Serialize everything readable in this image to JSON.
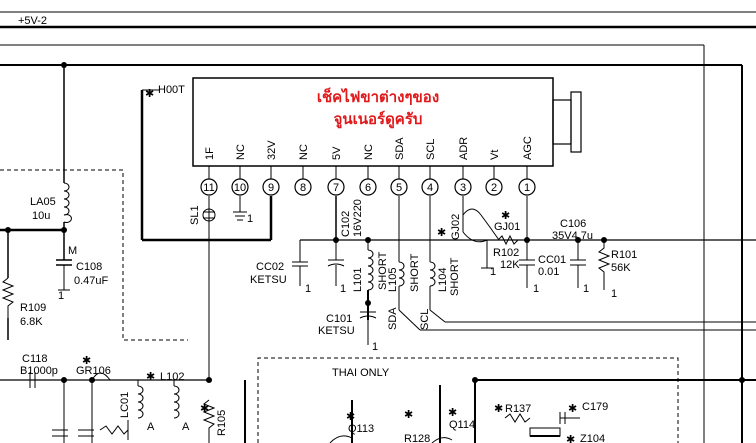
{
  "rail": {
    "label": "+5V-2"
  },
  "tuner": {
    "note_line1": "เช็คไฟขาต่างๆของ",
    "note_line2": "จูนเนอร์ดูครับ",
    "pins": [
      {
        "num": "11",
        "name": "1F"
      },
      {
        "num": "10",
        "name": "NC"
      },
      {
        "num": "9",
        "name": "32V"
      },
      {
        "num": "8",
        "name": "NC"
      },
      {
        "num": "7",
        "name": "5V"
      },
      {
        "num": "6",
        "name": "NC"
      },
      {
        "num": "5",
        "name": "SDA"
      },
      {
        "num": "4",
        "name": "SCL"
      },
      {
        "num": "3",
        "name": "ADR"
      },
      {
        "num": "2",
        "name": "Vt"
      },
      {
        "num": "1",
        "name": "AGC"
      }
    ]
  },
  "labels": {
    "hoot": "H00T",
    "la05": "LA05",
    "la05_val": "10u",
    "c108": "C108",
    "c108_val": "0.47uF",
    "m": "M",
    "r109": "R109",
    "r109_val": "6.8K",
    "sl1": "SL1",
    "c102": "C102",
    "c102_val": "16V220",
    "cc02": "CC02",
    "cc02_val": "KETSU",
    "l101": "L101",
    "l105": "L105",
    "l104": "L104",
    "short": "SHORT",
    "gj02": "GJ02",
    "gj01": "GJ01",
    "r102": "R102",
    "r102_val": "12K",
    "cc01": "CC01",
    "cc01_val": "0.01",
    "c106": "C106",
    "c106_val": "35V4.7u",
    "r101": "R101",
    "r101_val": "56K",
    "c101": "C101",
    "c101_val": "KETSU",
    "sda": "SDA",
    "scl": "SCL",
    "c118": "C118",
    "c118_val": "B1000p",
    "gr106": "GR106",
    "l102": "L102",
    "lc01": "LC01",
    "r105": "R105",
    "thai_only": "THAI ONLY",
    "q113": "Q113",
    "q114": "Q114",
    "r128": "R128",
    "r137": "R137",
    "c179": "C179",
    "z104": "Z104",
    "gnd": "1",
    "a": "A",
    "star": "✱"
  }
}
